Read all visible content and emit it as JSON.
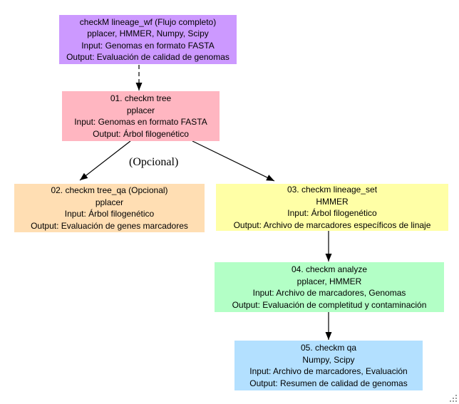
{
  "diagram": {
    "background_color": "#ffffff",
    "edge_color": "#000000",
    "nodes": [
      {
        "id": "checkm-lineage-wf",
        "color": "#CC99FF",
        "lines": [
          "checkM lineage_wf (Flujo completo)",
          "pplacer, HMMER, Numpy, Scipy",
          "Input: Genomas en formato FASTA",
          "Output: Evaluación de calidad de genomas"
        ]
      },
      {
        "id": "checkm-tree",
        "color": "#FFB6C1",
        "lines": [
          "01. checkm tree",
          "pplacer",
          "Input: Genomas en formato FASTA",
          "Output: Árbol filogenético"
        ]
      },
      {
        "id": "checkm-tree-qa",
        "color": "#FFDEB3",
        "lines": [
          "02. checkm tree_qa (Opcional)",
          "pplacer",
          "Input: Árbol filogenético",
          "Output: Evaluación de genes marcadores"
        ]
      },
      {
        "id": "checkm-lineage-set",
        "color": "#FFFFA6",
        "lines": [
          "03. checkm lineage_set",
          "HMMER",
          "Input: Árbol filogenético",
          "Output: Archivo de marcadores específicos de linaje"
        ]
      },
      {
        "id": "checkm-analyze",
        "color": "#B3FFC6",
        "lines": [
          "04. checkm analyze",
          "pplacer, HMMER",
          "Input: Archivo de marcadores, Genomas",
          "Output: Evaluación de completitud y contaminación"
        ]
      },
      {
        "id": "checkm-qa",
        "color": "#B3E0FF",
        "lines": [
          "05. checkm qa",
          "Numpy, Scipy",
          "Input: Archivo de marcadores, Evaluación",
          "Output: Resumen de calidad de genomas"
        ]
      }
    ],
    "edges": [
      {
        "from": "checkm-lineage-wf",
        "to": "checkm-tree",
        "style": "dashed",
        "label": ""
      },
      {
        "from": "checkm-tree",
        "to": "checkm-tree-qa",
        "style": "solid",
        "label": "(Opcional)"
      },
      {
        "from": "checkm-tree",
        "to": "checkm-lineage-set",
        "style": "solid",
        "label": ""
      },
      {
        "from": "checkm-lineage-set",
        "to": "checkm-analyze",
        "style": "solid",
        "label": ""
      },
      {
        "from": "checkm-analyze",
        "to": "checkm-qa",
        "style": "solid",
        "label": ""
      }
    ]
  }
}
